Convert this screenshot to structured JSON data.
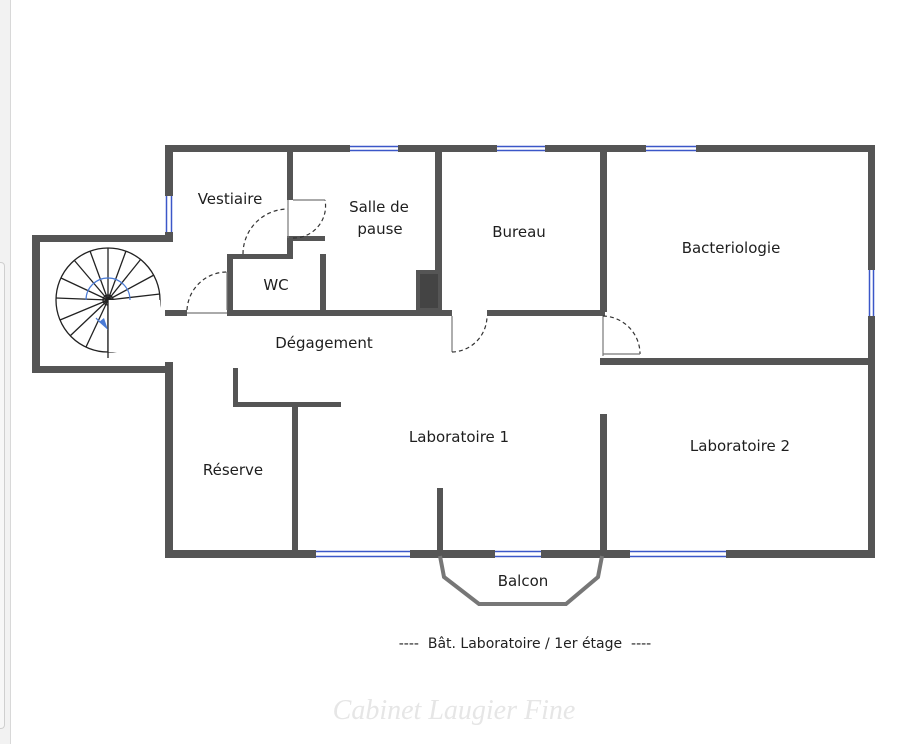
{
  "floorplan": {
    "rooms": {
      "vestiaire": "Vestiaire",
      "salle_pause_line1": "Salle de",
      "salle_pause_line2": "pause",
      "bureau": "Bureau",
      "bacteriologie": "Bacteriologie",
      "wc": "WC",
      "degagement": "Dégagement",
      "laboratoire1": "Laboratoire 1",
      "laboratoire2": "Laboratoire 2",
      "reserve": "Réserve",
      "balcon": "Balcon"
    },
    "caption": "----  Bât. Laboratoire / 1er étage  ----",
    "watermark": "Cabinet Laugier Fine"
  },
  "colors": {
    "wall": "#555555",
    "window": "#3b57c8",
    "stair_arrow": "#4a7bd6",
    "background": "#ffffff"
  }
}
